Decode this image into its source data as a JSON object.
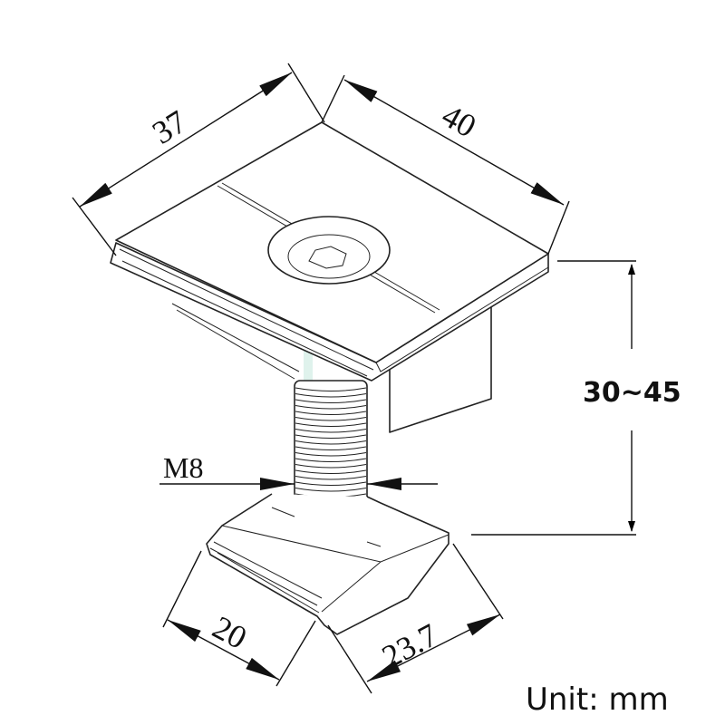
{
  "dimensions": {
    "width_top": "37",
    "length_top": "40",
    "height_range": "30~45",
    "bolt": "M8",
    "nut_width": "20",
    "nut_length": "23.7"
  },
  "unit_label": "Unit: mm",
  "colors": {
    "line": "#111111",
    "watermark_green": "#9fd9c4",
    "watermark_orange": "#f7c99a"
  }
}
